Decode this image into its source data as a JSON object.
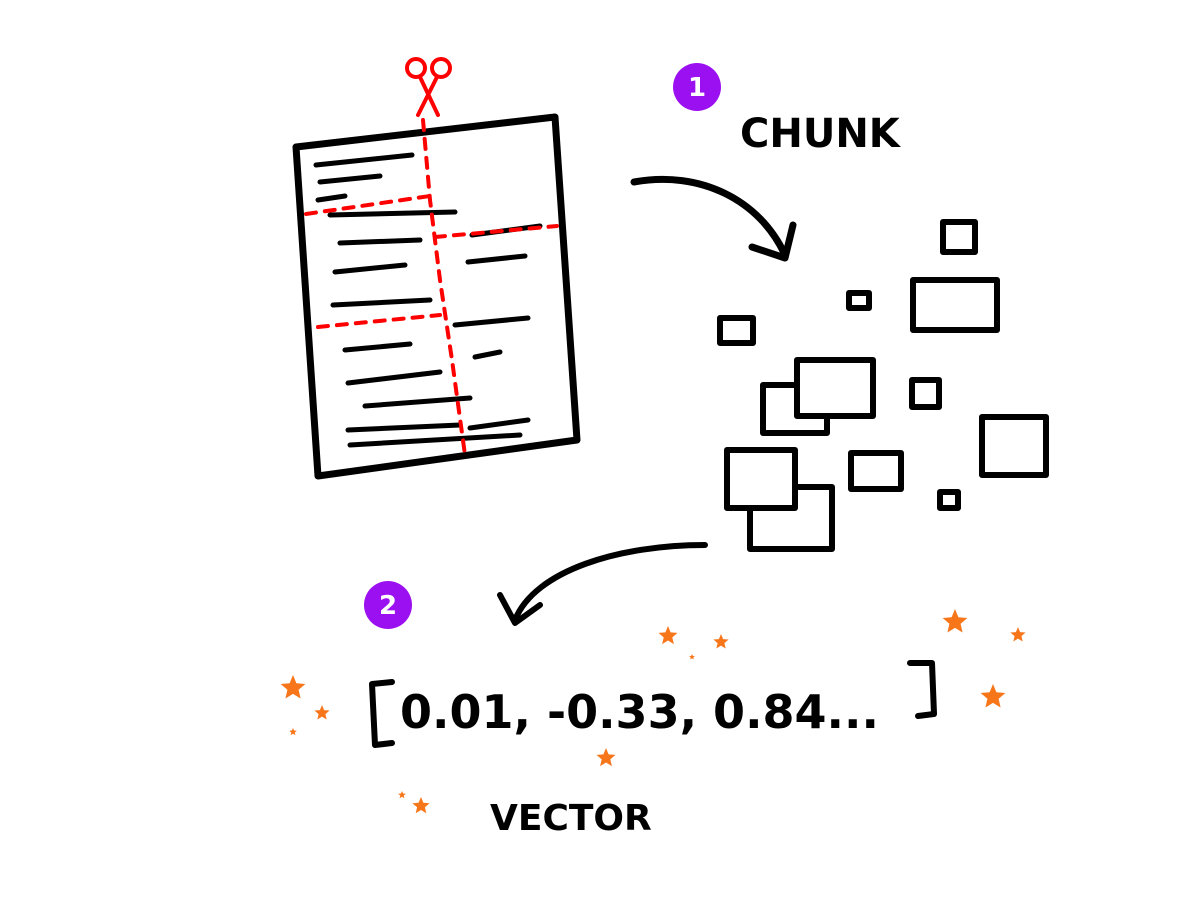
{
  "steps": [
    {
      "number": "1",
      "label": "CHUNK"
    },
    {
      "number": "2",
      "label": "VECTOR"
    }
  ],
  "vector_text": "0.01, -0.33, 0.84...",
  "colors": {
    "badge": "#9b10f0",
    "cut_line": "#ff0000",
    "stars": "#f7761a",
    "ink": "#000000"
  },
  "icons": [
    "scissors-icon",
    "document-icon",
    "arrow-icon",
    "star-icon"
  ]
}
